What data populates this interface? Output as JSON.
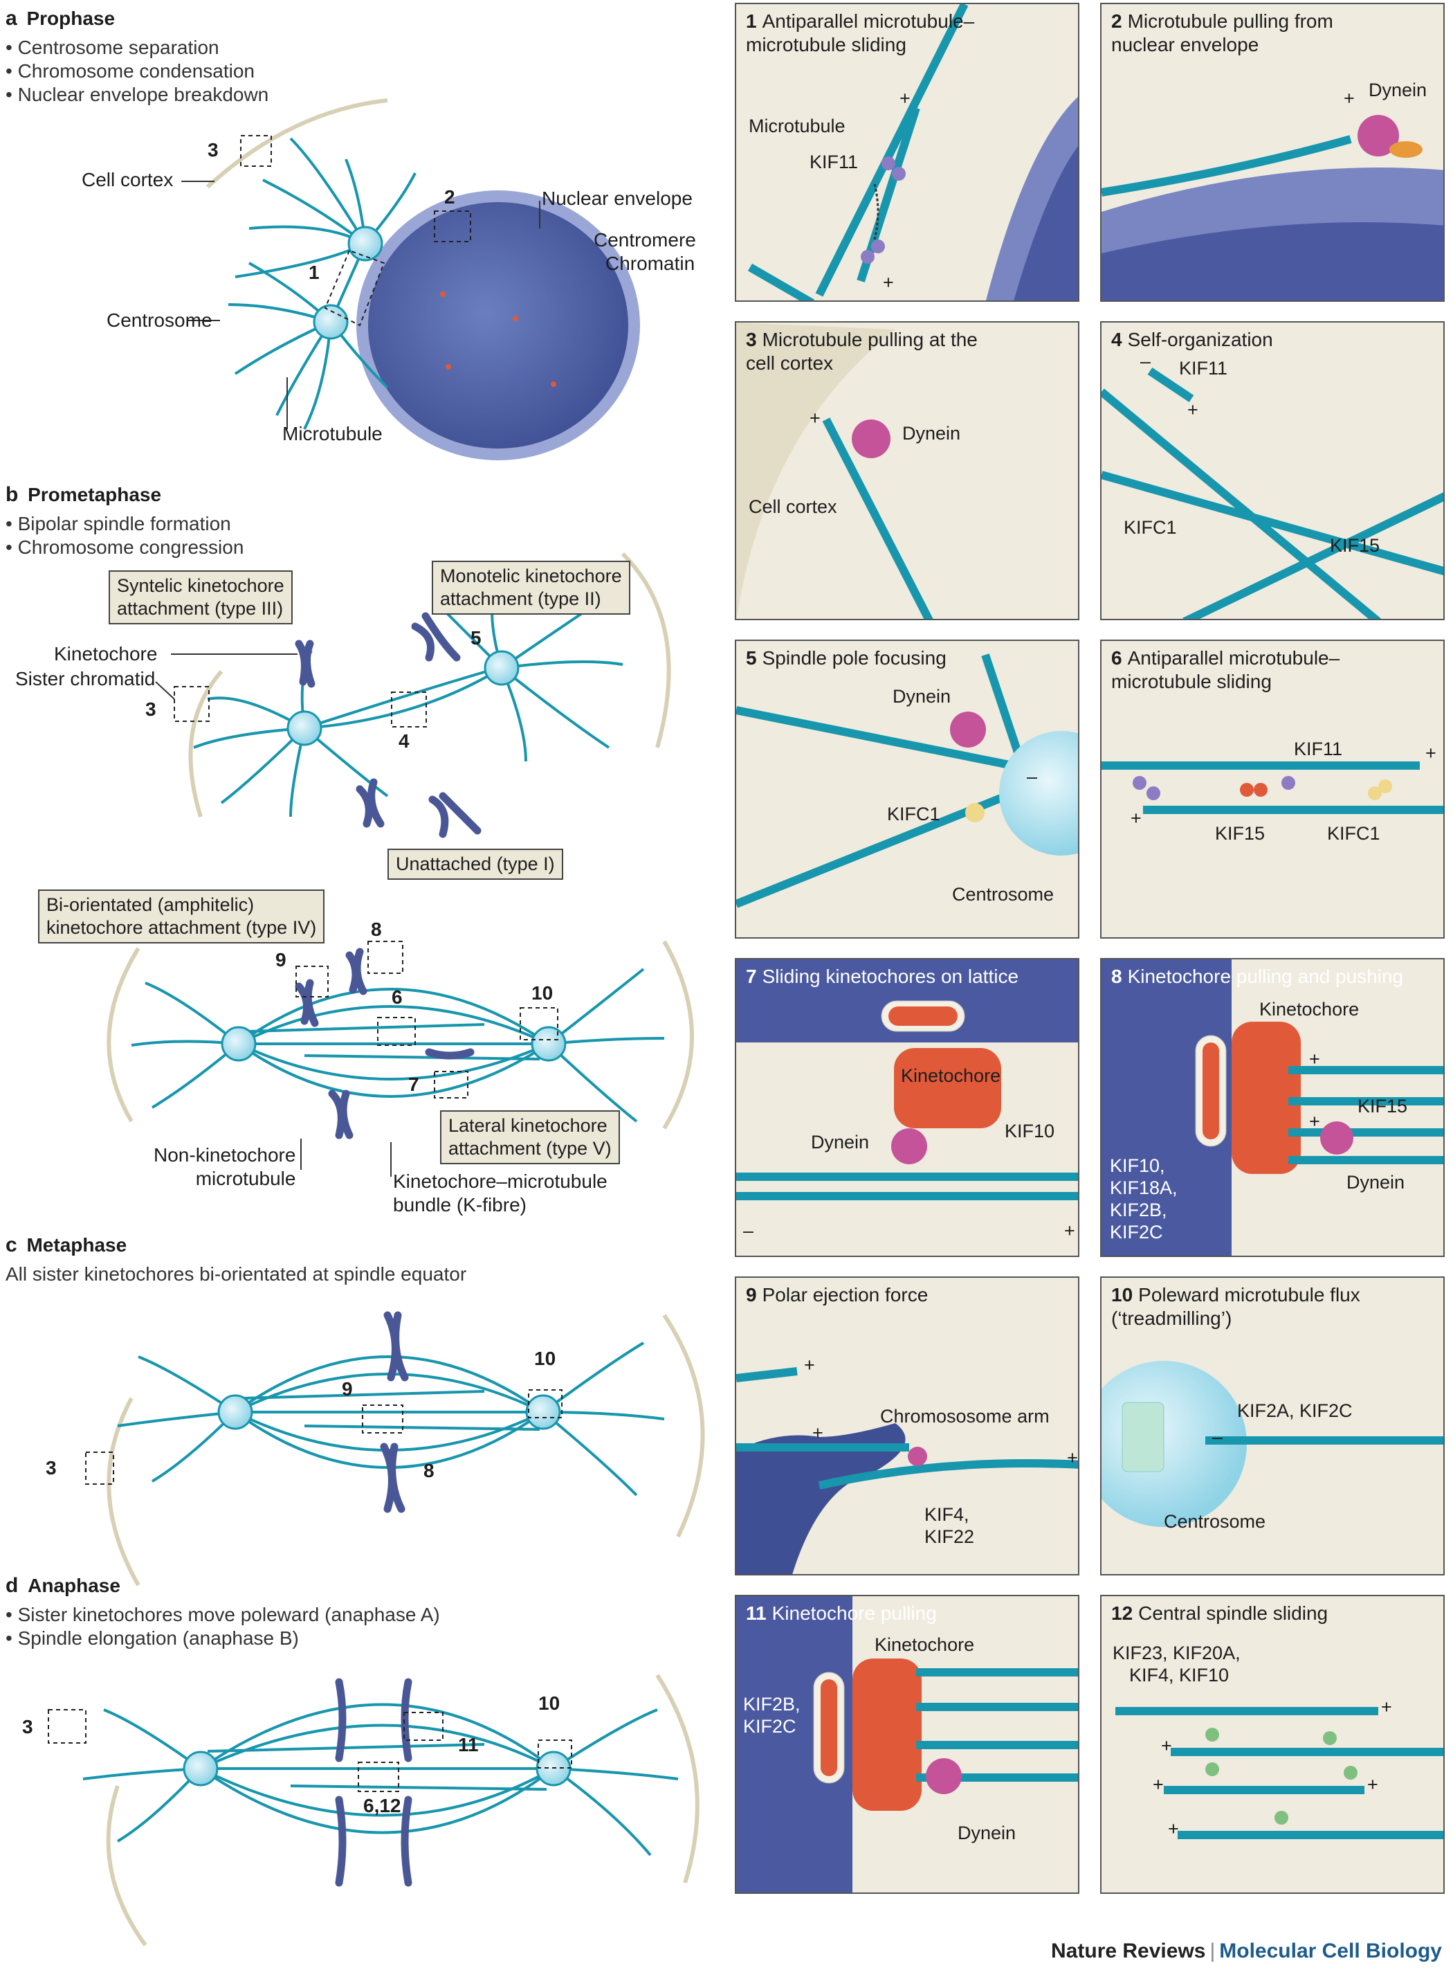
{
  "section_a": {
    "letter": "a",
    "title": "Prophase",
    "bullets": [
      "• Centrosome separation",
      "• Chromosome condensation",
      "• Nuclear envelope breakdown"
    ],
    "labels": {
      "cell_cortex": "Cell cortex",
      "nuclear_envelope": "Nuclear envelope",
      "centromere": "Centromere",
      "chromatin": "Chromatin",
      "centrosome": "Centrosome",
      "microtubule": "Microtubule",
      "box_3": "3",
      "box_2": "2",
      "box_1": "1"
    }
  },
  "section_b": {
    "letter": "b",
    "title": "Prometaphase",
    "bullets": [
      "• Bipolar spindle formation",
      "• Chromosome congression"
    ],
    "callouts": {
      "syntelic": [
        "Syntelic kinetochore",
        "attachment (type III)"
      ],
      "monotelic": [
        "Monotelic kinetochore",
        "attachment (type II)"
      ],
      "unattached": "Unattached (type I)",
      "biorientated": [
        "Bi-orientated (amphitelic)",
        "kinetochore attachment (type IV)"
      ],
      "lateral": [
        "Lateral kinetochore",
        "attachment (type V)"
      ]
    },
    "labels": {
      "kinetochore": "Kinetochore",
      "sister_chromatid": "Sister chromatid",
      "non_kt_mt": [
        "Non-kinetochore",
        "microtubule"
      ],
      "kfibre": [
        "Kinetochore–microtubule",
        "bundle (K-fibre)"
      ],
      "box_3": "3",
      "box_4": "4",
      "box_5": "5",
      "box_6": "6",
      "box_7": "7",
      "box_8": "8",
      "box_9": "9",
      "box_10": "10"
    }
  },
  "section_c": {
    "letter": "c",
    "title": "Metaphase",
    "subtitle": "All sister kinetochores bi-orientated at spindle equator",
    "labels": {
      "box_3": "3",
      "box_8": "8",
      "box_9": "9",
      "box_10": "10"
    }
  },
  "section_d": {
    "letter": "d",
    "title": "Anaphase",
    "bullets": [
      "• Sister kinetochores move poleward (anaphase A)",
      "• Spindle elongation (anaphase B)"
    ],
    "labels": {
      "box_3": "3",
      "box_10": "10",
      "box_11": "11",
      "box_612": "6,12"
    }
  },
  "panels": [
    {
      "num": "1",
      "title": [
        "Antiparallel microtubule–",
        "microtubule sliding"
      ],
      "labels": [
        "Microtubule",
        "KIF11",
        "+",
        "+"
      ]
    },
    {
      "num": "2",
      "title": [
        "Microtubule pulling from",
        "nuclear envelope"
      ],
      "labels": [
        "Dynein",
        "+"
      ]
    },
    {
      "num": "3",
      "title": [
        "Microtubule pulling at the",
        "cell cortex"
      ],
      "labels": [
        "Dynein",
        "Cell cortex",
        "+"
      ]
    },
    {
      "num": "4",
      "title": [
        "Self-organization"
      ],
      "labels": [
        "KIF11",
        "KIFC1",
        "KIF15",
        "–",
        "+"
      ]
    },
    {
      "num": "5",
      "title": [
        "Spindle pole focusing"
      ],
      "labels": [
        "Dynein",
        "KIFC1",
        "Centrosome",
        "–"
      ]
    },
    {
      "num": "6",
      "title": [
        "Antiparallel microtubule–",
        "microtubule sliding"
      ],
      "labels": [
        "KIF11",
        "KIF15",
        "KIFC1",
        "+",
        "+"
      ]
    },
    {
      "num": "7",
      "title": [
        "Sliding kinetochores on lattice"
      ],
      "labels": [
        "Kinetochore",
        "Dynein",
        "KIF10",
        "–",
        "+"
      ]
    },
    {
      "num": "8",
      "title": [
        "Kinetochore pulling and pushing"
      ],
      "labels": [
        "Kinetochore",
        "KIF15",
        "Dynein",
        "KIF10,",
        "KIF18A,",
        "KIF2B,",
        "KIF2C",
        "+",
        "+"
      ]
    },
    {
      "num": "9",
      "title": [
        "Polar ejection force"
      ],
      "labels": [
        "Chromososome arm",
        "KIF4,",
        "KIF22",
        "+",
        "+",
        "+"
      ]
    },
    {
      "num": "10",
      "title": [
        "Poleward microtubule flux",
        "(‘treadmilling’)"
      ],
      "labels": [
        "KIF2A, KIF2C",
        "Centrosome",
        "–"
      ]
    },
    {
      "num": "11",
      "title": [
        "Kinetochore pulling"
      ],
      "labels": [
        "Kinetochore",
        "KIF2B,",
        "KIF2C",
        "Dynein"
      ]
    },
    {
      "num": "12",
      "title": [
        "Central spindle sliding"
      ],
      "labels": [
        "KIF23, KIF20A,",
        "KIF4, KIF10",
        "+",
        "+",
        "+",
        "+",
        "+"
      ]
    }
  ],
  "footer": {
    "journal": "Nature Reviews",
    "separator": "|",
    "section": "Molecular Cell Biology"
  },
  "colors": {
    "microtubule": "#1796ad",
    "nucleus": "#5b6fb0",
    "chromosome": "#4a5796",
    "kinetochore": "#e05a3a",
    "dynein": "#c4539a",
    "panel_bg": "#efebdf",
    "cortex": "#d8d0b4",
    "centrosome": "#bde6f2"
  }
}
